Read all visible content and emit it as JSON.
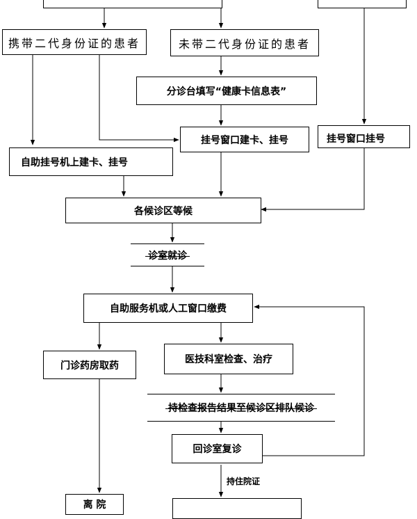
{
  "nodes": {
    "with_id": "携带二代身份证的患者",
    "without_id": "未带二代身份证的患者",
    "fill_form": "分诊台填写“健康卡信息表”",
    "window_register_card": "挂号窗口建卡、挂号",
    "window_register": "挂号窗口挂号",
    "self_service_register": "自助挂号机上建卡、挂号",
    "wait_area": "各候诊区等候",
    "consult_room": "诊室就诊",
    "payment": "自助服务机或人工窗口缴费",
    "pharmacy": "门诊药房取药",
    "tech_dept": "医技科室检查、治疗",
    "report_queue": "持检查报告结果至候诊区排队候诊",
    "revisit": "回诊室复诊",
    "discharge": "离 院"
  },
  "edge_labels": {
    "admission_cert": "持住院证"
  }
}
